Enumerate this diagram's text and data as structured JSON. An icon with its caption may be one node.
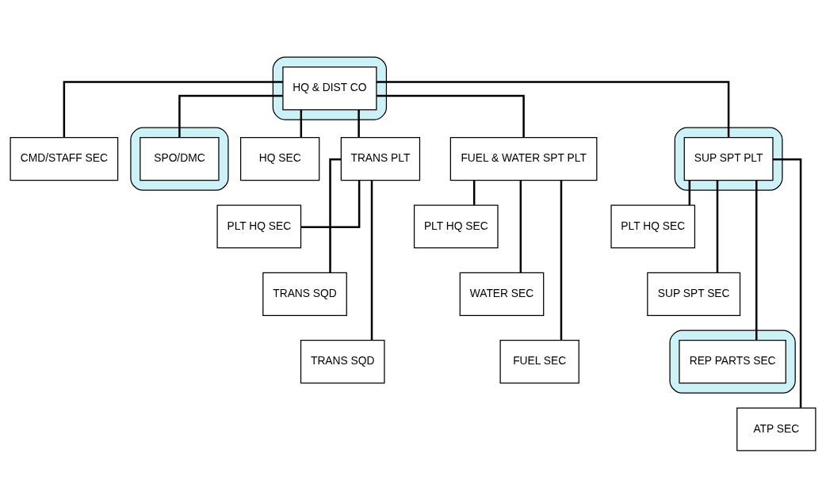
{
  "diagram": {
    "nodes": [
      {
        "text": [],
        "shape": "ellipse"
      },
      {
        "text": [
          "HQ & DIST CO"
        ],
        "in": 0
      },
      {
        "text": [
          "CMD/STAFF SEC"
        ]
      },
      {
        "text": [],
        "shape": "ellipse"
      },
      {
        "text": [
          "SPO/DMC"
        ],
        "in": 3
      },
      {
        "text": [
          "HQ SEC"
        ]
      },
      {
        "text": [
          "TRANS PLT"
        ]
      },
      {
        "text": [
          "FUEL & WATER SPT PLT"
        ]
      },
      {
        "text": [],
        "shape": "ellipse"
      },
      {
        "text": [
          "SUP SPT PLT"
        ],
        "in": 8
      },
      {
        "text": [
          "PLT HQ SEC"
        ]
      },
      {
        "text": [
          "TRANS SQD"
        ]
      },
      {
        "text": [
          "TRANS SQD"
        ]
      },
      {
        "text": [
          "PLT HQ SEC"
        ]
      },
      {
        "text": [
          "WATER SEC"
        ]
      },
      {
        "text": [
          "FUEL SEC"
        ]
      },
      {
        "text": [
          "PLT HQ SEC"
        ]
      },
      {
        "text": [
          "SUP SPT SEC"
        ]
      },
      {
        "text": [],
        "shape": "ellipse"
      },
      {
        "text": [
          "REP PARTS SEC"
        ],
        "in": 18
      },
      {
        "text": [
          "ATP SEC"
        ]
      }
    ],
    "edges": [
      {
        "from": 1,
        "to": 2,
        "arrow": "none"
      },
      {
        "from": 1,
        "to": 4,
        "arrow": "none"
      },
      {
        "from": 1,
        "to": 5,
        "arrow": "none"
      },
      {
        "from": 1,
        "to": 6,
        "arrow": "none"
      },
      {
        "from": 1,
        "to": 7,
        "arrow": "none"
      },
      {
        "from": 1,
        "to": 9,
        "arrow": "none"
      },
      {
        "from": 6,
        "to": 10,
        "arrow": "none"
      },
      {
        "from": 6,
        "to": 11,
        "arrow": "none"
      },
      {
        "from": 6,
        "to": 12,
        "arrow": "none"
      },
      {
        "from": 7,
        "to": 13,
        "arrow": "none"
      },
      {
        "from": 7,
        "to": 14,
        "arrow": "none"
      },
      {
        "from": 7,
        "to": 15,
        "arrow": "none"
      },
      {
        "from": 9,
        "to": 16,
        "arrow": "none"
      },
      {
        "from": 9,
        "to": 17,
        "arrow": "none"
      },
      {
        "from": 9,
        "to": 19,
        "arrow": "none"
      },
      {
        "from": 9,
        "to": 20,
        "arrow": "none"
      }
    ]
  }
}
